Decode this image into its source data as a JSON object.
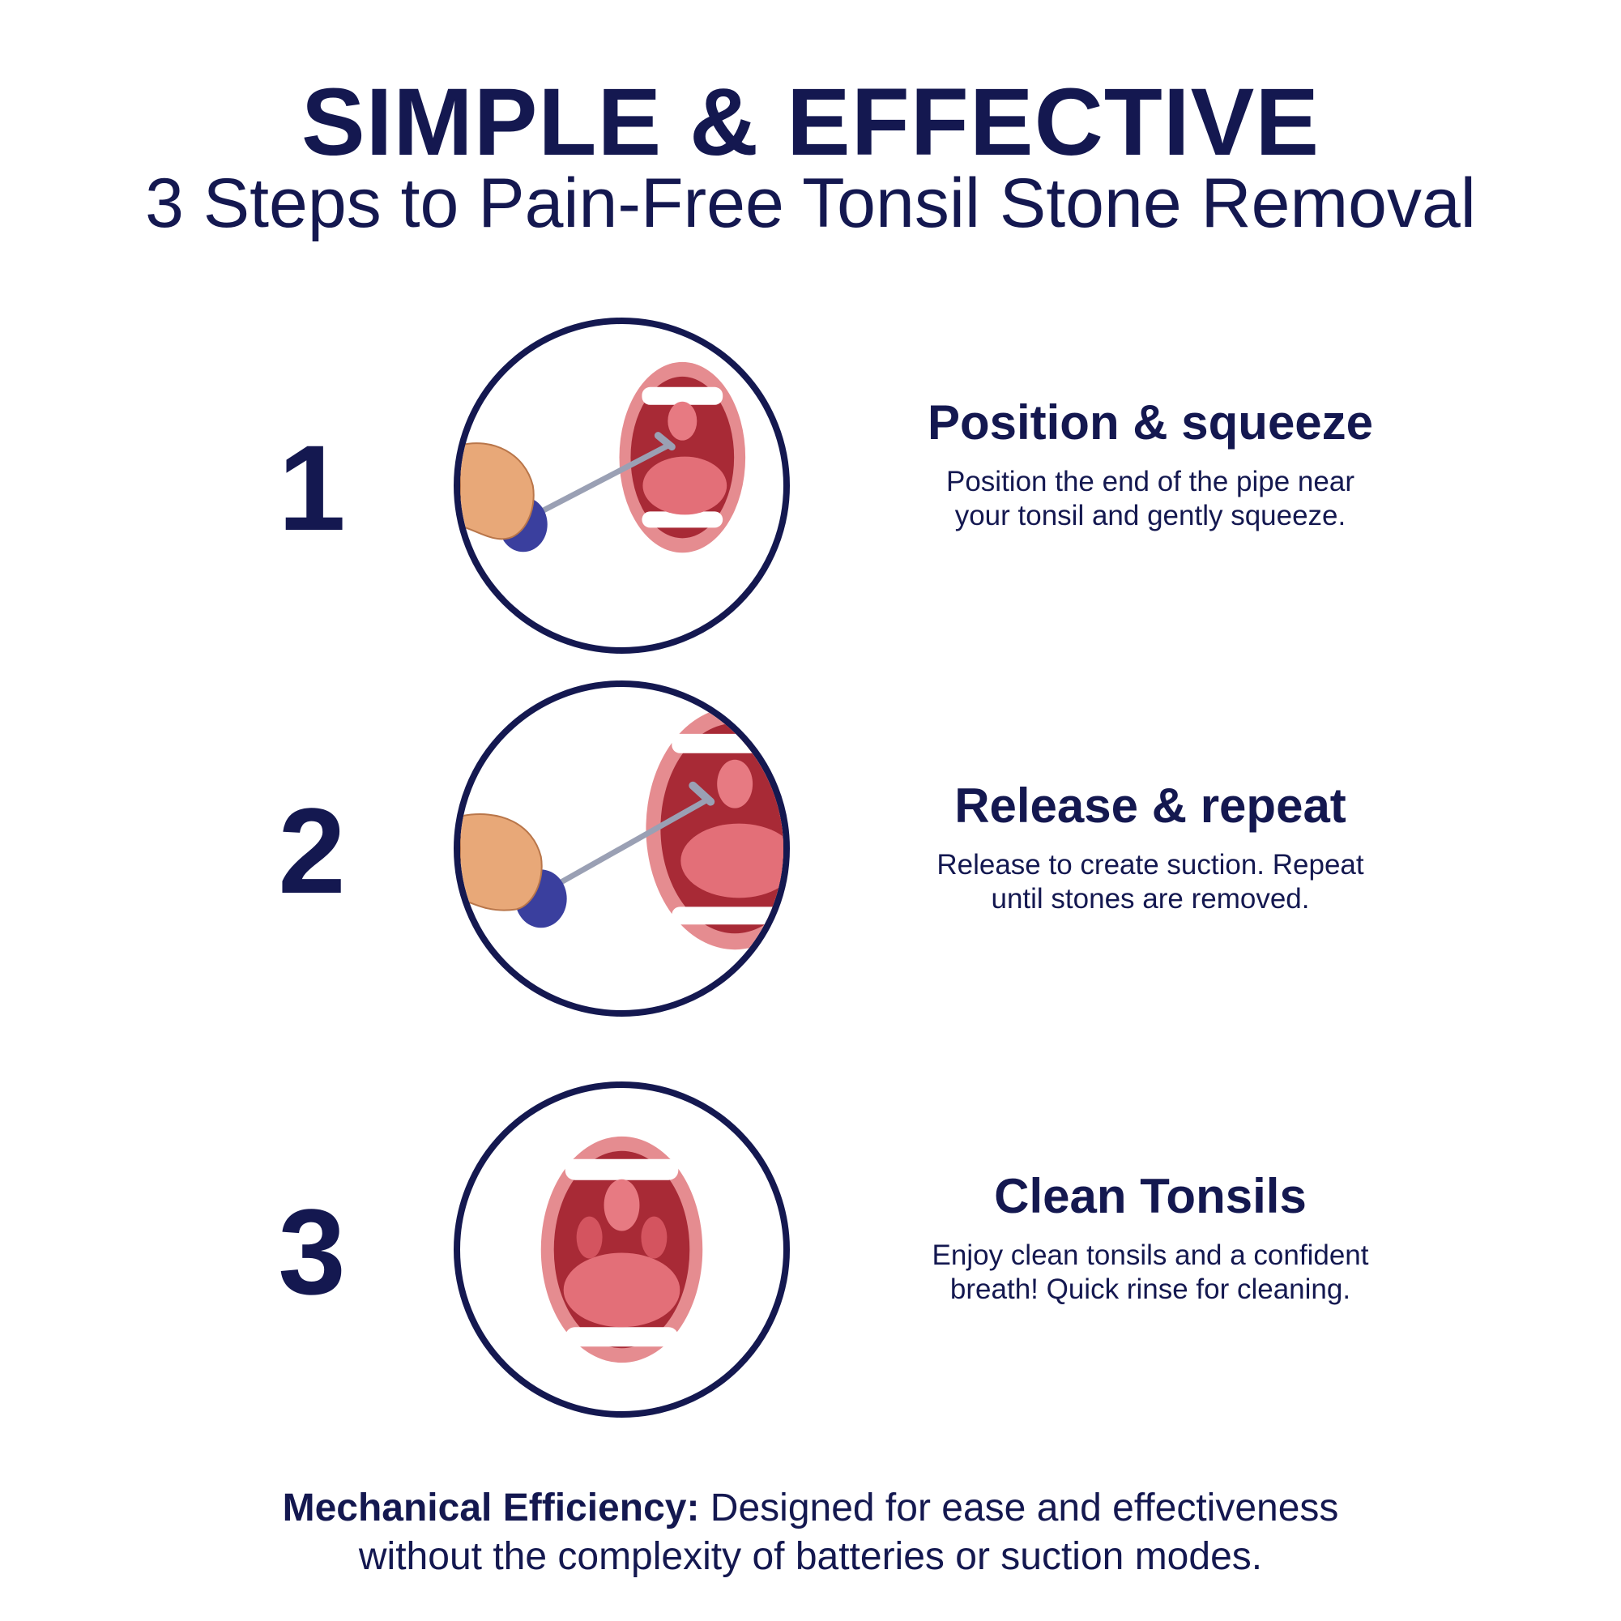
{
  "header": {
    "title": "SIMPLE & EFFECTIVE",
    "subtitle": "3 Steps to Pain-Free Tonsil Stone Removal"
  },
  "steps": [
    {
      "number": "1",
      "title": "Position & squeeze",
      "description_line1": "Position the end of the pipe near",
      "description_line2": "your tonsil and gently squeeze.",
      "illustration": "hand-squeezing-bulb-pipe-in-mouth-icon"
    },
    {
      "number": "2",
      "title": "Release & repeat",
      "description_line1": "Release to create suction. Repeat",
      "description_line2": "until stones are removed.",
      "illustration": "hand-releasing-bulb-pipe-in-mouth-icon"
    },
    {
      "number": "3",
      "title": "Clean Tonsils",
      "description_line1": "Enjoy clean tonsils and a confident",
      "description_line2": "breath! Quick rinse for cleaning.",
      "illustration": "open-mouth-clean-tonsils-icon"
    }
  ],
  "footer": {
    "lead": "Mechanical Efficiency:",
    "line1_rest": " Designed for ease and effectiveness",
    "line2": "without the complexity of batteries or suction modes."
  },
  "colors": {
    "navy": "#141850",
    "lip": "#e58c90",
    "mouth": "#b8333f",
    "tongue": "#e36f78",
    "bulb": "#3a3f9e",
    "skin": "#e8a878"
  }
}
